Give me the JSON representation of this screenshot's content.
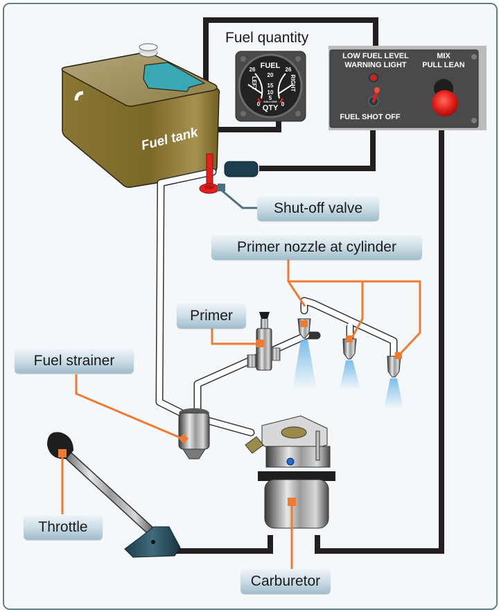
{
  "figure": {
    "title": "Gravity-feed fuel system",
    "colors": {
      "background": "#f4f8fa",
      "frame_border": "#5f7f8c",
      "leader_orange": "#ef7a31",
      "shutoff_leader": "#4b6f7c",
      "wire_black": "#231f20",
      "tank_olive": "#7d6b2a",
      "fuel_cyan": "#3aa7b5",
      "panel_gray": "#4a4a4a",
      "knob_red": "#e3201b",
      "pipe_white": "#ffffff"
    }
  },
  "labels": {
    "fuel_quantity": "Fuel quantity",
    "fuel_tank": "Fuel tank",
    "shutoff_valve": "Shut-off valve",
    "primer_nozzle": "Primer nozzle at cylinder",
    "primer": "Primer",
    "fuel_strainer": "Fuel strainer",
    "throttle": "Throttle",
    "carburetor": "Carburetor"
  },
  "gauge": {
    "title": "FUEL",
    "bottom": "QTY",
    "units": "GALLONS",
    "left_side": "LEFT",
    "right_side": "RIGHT",
    "scale": [
      "0",
      "5",
      "10",
      "15",
      "20",
      "26"
    ],
    "full_left": "26",
    "full_right": "26",
    "empty_left": "0",
    "empty_right": "0",
    "mid_20": "20",
    "mid_15": "15",
    "mid_10": "10",
    "mid_5": "5"
  },
  "panel": {
    "warning_line1": "LOW FUEL LEVEL",
    "warning_line2": "WARNING LIGHT",
    "mix_line1": "MIX",
    "mix_line2": "PULL LEAN",
    "switch_label": "FUEL SHOT OFF"
  }
}
